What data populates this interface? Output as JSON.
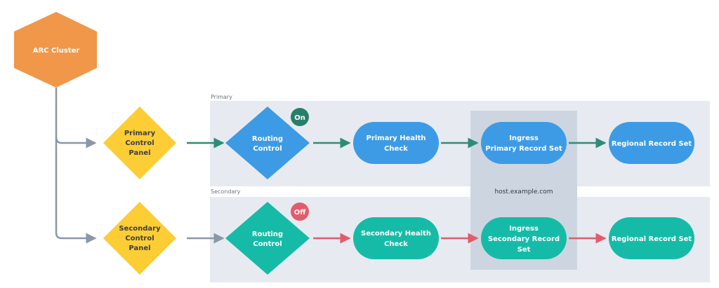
{
  "lanes": {
    "primary_label": "Primary",
    "secondary_label": "Secondary"
  },
  "cluster": {
    "label": "ARC Cluster"
  },
  "primary": {
    "control_panel": [
      "Primary",
      "Control",
      "Panel"
    ],
    "routing_control": [
      "Routing",
      "Control"
    ],
    "state_badge": "On",
    "health_check": [
      "Primary Health",
      "Check"
    ],
    "ingress": [
      "Ingress",
      "Primary Record Set"
    ],
    "regional": [
      "Regional Record Set"
    ]
  },
  "secondary": {
    "control_panel": [
      "Secondary",
      "Control",
      "Panel"
    ],
    "routing_control": [
      "Routing",
      "Control"
    ],
    "state_badge": "Off",
    "health_check": [
      "Secondary Health",
      "Check"
    ],
    "ingress": [
      "Ingress",
      "Secondary Record",
      "Set"
    ],
    "regional": [
      "Regional Record Set"
    ]
  },
  "host_label": "host.example.com",
  "colors": {
    "cluster": "#f0974a",
    "control_panel": "#fccd35",
    "primary_node": "#3d9be5",
    "secondary_node": "#16bba8",
    "badge_on": "#277f6a",
    "badge_off": "#e45b6b",
    "flow_on": "#2b8d78",
    "flow_off": "#e35b6a",
    "connector": "#8a97a8",
    "lane": "#e7ebf1",
    "host_band": "#cdd6e0"
  }
}
